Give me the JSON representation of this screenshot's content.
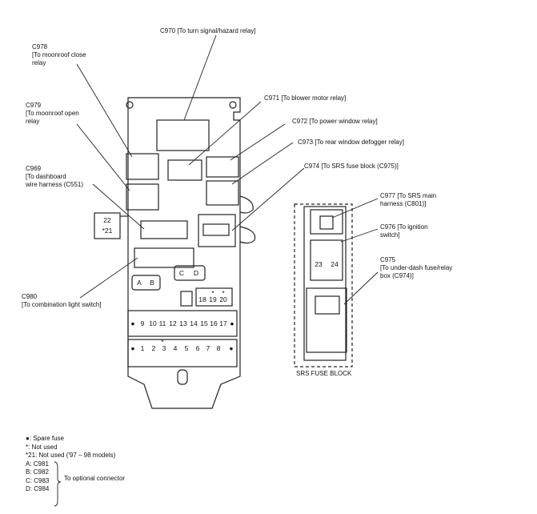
{
  "connectors": {
    "c970": "C970 [To turn signal/hazard relay]",
    "c978": "C978\n[To moonroof close\nrelay",
    "c979": "C979\n[To moonroof open\nrelay",
    "c971": "C971 [To blower motor relay]",
    "c972": "C972 [To power window relay]",
    "c973": "C973 [To rear window defogger relay]",
    "c974": "C974 [To SRS fuse block (C975)]",
    "c969": "C969\n[To dashboard\nwire harness (C551)",
    "c980": "C980\n[To combination light switch]",
    "c977": "C977 [To SRS main\nharness (C801)]",
    "c976": "C976 [To ignition\nswitch]",
    "c975": "C975\n[To under-dash fuse/relay\nbox (C974)]"
  },
  "srs_block_title": "SRS FUSE BLOCK",
  "fuses": {
    "top_row": [
      "9",
      "10",
      "11",
      "12",
      "13",
      "14",
      "15",
      "16",
      "17"
    ],
    "bottom_row": [
      "1",
      "2",
      "3",
      "4",
      "5",
      "6",
      "7",
      "8"
    ],
    "small_row": [
      "18",
      "19",
      "20"
    ],
    "side": [
      "22",
      "*21"
    ],
    "srs": [
      "23",
      "24"
    ],
    "star_marks": [
      "*",
      "*"
    ]
  },
  "optional_connectors": [
    "A",
    "B",
    "C",
    "D"
  ],
  "legend": {
    "spare": "●: Spare fuse",
    "not_used": "*: Not used",
    "not_used_21": "*21: Not used ('97 – 98 models)",
    "a": "A: C981",
    "b": "B: C982",
    "c": "C: C983",
    "d": "D: C984",
    "optional": "To optional connector"
  }
}
